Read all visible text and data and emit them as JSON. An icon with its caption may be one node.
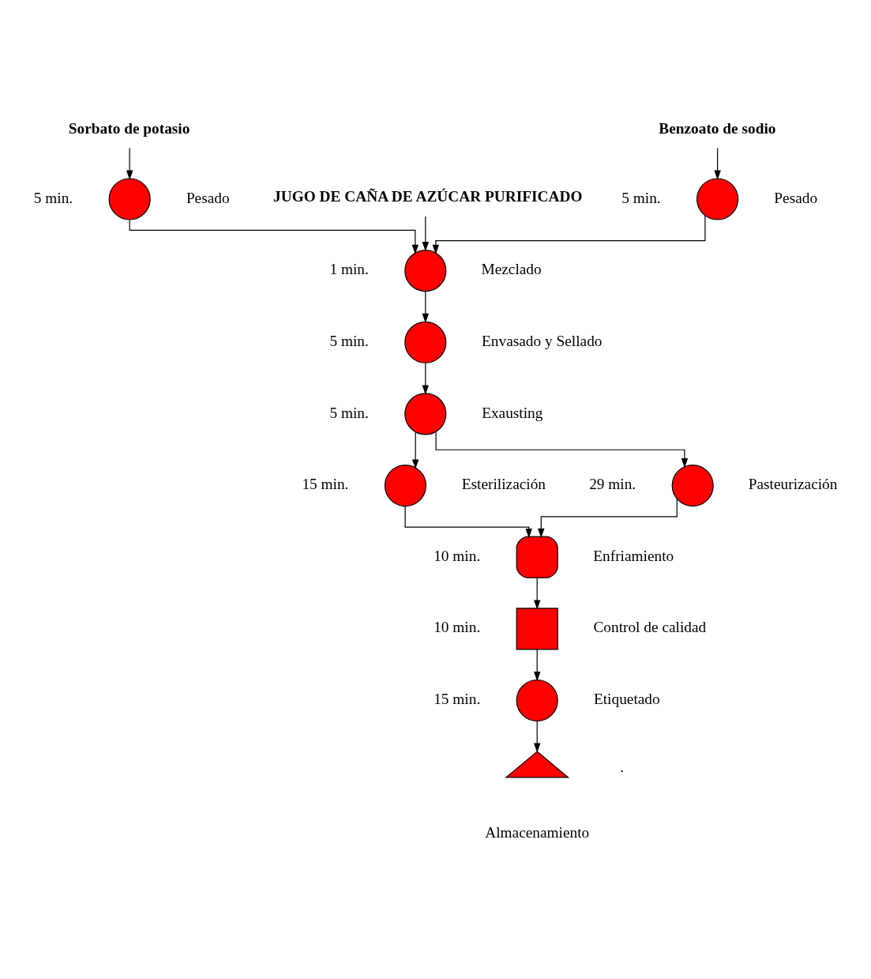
{
  "diagram": {
    "nodes": [
      {
        "text": [
          "Sorbato de potasio"
        ]
      },
      {
        "text": [
          "Benzoato de sodio"
        ]
      },
      {
        "text": [],
        "shape": "circle",
        "beside": [
          "5 min.",
          "Pesado"
        ]
      },
      {
        "text": [
          "JUGO DE CAÑA DE AZÚCAR PURIFICADO"
        ]
      },
      {
        "text": [],
        "shape": "circle",
        "beside": [
          "5 min.",
          "Pesado"
        ]
      },
      {
        "text": [],
        "shape": "circle",
        "beside": [
          "1 min.",
          "Mezclado"
        ]
      },
      {
        "text": [],
        "shape": "circle",
        "beside": [
          "5 min.",
          "Envasado y Sellado"
        ]
      },
      {
        "text": [],
        "shape": "circle",
        "beside": [
          "5 min.",
          "Exausting"
        ]
      },
      {
        "text": [],
        "shape": "circle",
        "beside": [
          "15 min.",
          "Esterilización"
        ]
      },
      {
        "text": [],
        "shape": "circle",
        "beside": [
          "29 min.",
          "Pasteurización"
        ]
      },
      {
        "text": [],
        "shape": "delay",
        "beside": [
          "10 min.",
          "Enfriamiento"
        ]
      },
      {
        "text": [],
        "shape": "box",
        "beside": [
          "10 min.",
          "Control de calidad"
        ]
      },
      {
        "text": [],
        "shape": "circle",
        "beside": [
          "15 min.",
          "Etiquetado"
        ]
      },
      {
        "text": [],
        "shape": "triangle",
        "beside": [
          "Almacenamiento"
        ]
      }
    ],
    "edges": [
      {
        "from": 0,
        "to": 2,
        "arrow": "to"
      },
      {
        "from": 1,
        "to": 4,
        "arrow": "to"
      },
      {
        "from": 2,
        "to": 5,
        "arrow": "to"
      },
      {
        "from": 3,
        "to": 5,
        "arrow": "to"
      },
      {
        "from": 4,
        "to": 5,
        "arrow": "to"
      },
      {
        "from": 5,
        "to": 6,
        "arrow": "to"
      },
      {
        "from": 6,
        "to": 7,
        "arrow": "to"
      },
      {
        "from": 7,
        "to": 8,
        "arrow": "to"
      },
      {
        "from": 7,
        "to": 9,
        "arrow": "to"
      },
      {
        "from": 8,
        "to": 10,
        "arrow": "to"
      },
      {
        "from": 9,
        "to": 10,
        "arrow": "to"
      },
      {
        "from": 10,
        "to": 11,
        "arrow": "to"
      },
      {
        "from": 11,
        "to": 12,
        "arrow": "to"
      },
      {
        "from": 12,
        "to": 13,
        "arrow": "to"
      }
    ],
    "labels": [
      "."
    ]
  }
}
